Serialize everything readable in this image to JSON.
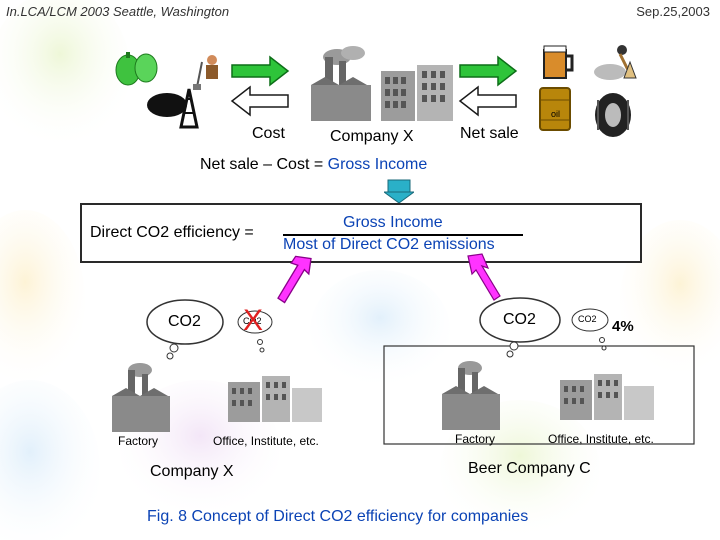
{
  "header": {
    "left": "In.LCA/LCM 2003 Seattle, Washington",
    "right": "Sep.25,2003"
  },
  "top_flow": {
    "cost_label": "Cost",
    "company_label": "Company X",
    "net_sale_label": "Net sale",
    "oil_label": "oil",
    "equation_prefix": "Net sale – Cost = ",
    "equation_gross": "Gross Income"
  },
  "formula": {
    "left": "Direct CO2 efficiency =",
    "numerator": "Gross Income",
    "denominator": "Most of Direct CO2 emissions"
  },
  "left_scene": {
    "co2_big": "CO2",
    "co2_small": "CO2",
    "x_mark": "X",
    "factory_label": "Factory",
    "office_label": "Office, Institute, etc.",
    "company_label": "Company X"
  },
  "right_scene": {
    "co2_big": "CO2",
    "co2_small": "CO2",
    "percent": "4%",
    "factory_label": "Factory",
    "office_label": "Office, Institute, etc.",
    "company_label": "Beer Company C"
  },
  "caption": "Fig. 8 Concept of Direct CO2 efficiency for companies",
  "colors": {
    "accent_blue": "#0b43b5",
    "arrow_green": "#2ec43a",
    "arrow_magenta": "#ff33ff",
    "down_arrow": "#2ab0c8",
    "x_red": "#e02020"
  }
}
